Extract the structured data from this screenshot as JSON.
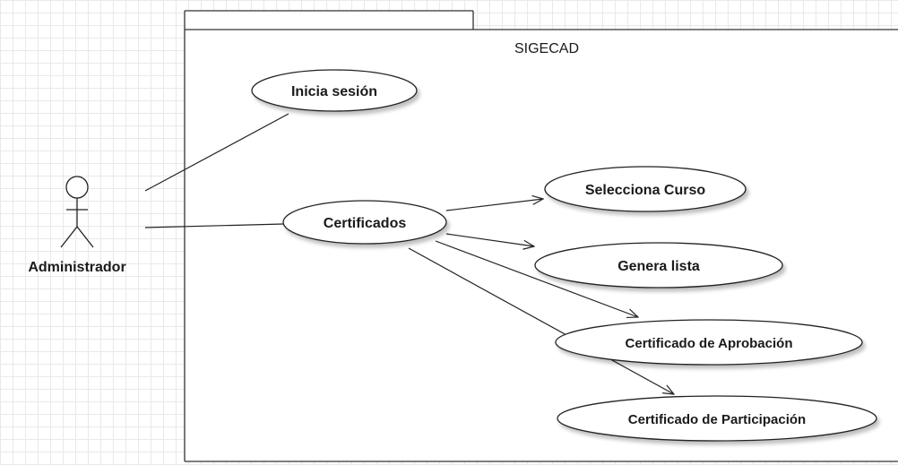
{
  "system": {
    "title": "SIGECAD"
  },
  "actor": {
    "label": "Administrador"
  },
  "use_cases": {
    "inicia_sesion": "Inicia sesión",
    "certificados": "Certificados",
    "selecciona_curso": "Selecciona Curso",
    "genera_lista": "Genera lista",
    "cert_aprobacion": "Certificado de Aprobación",
    "cert_participacion": "Certificado de Participación"
  }
}
